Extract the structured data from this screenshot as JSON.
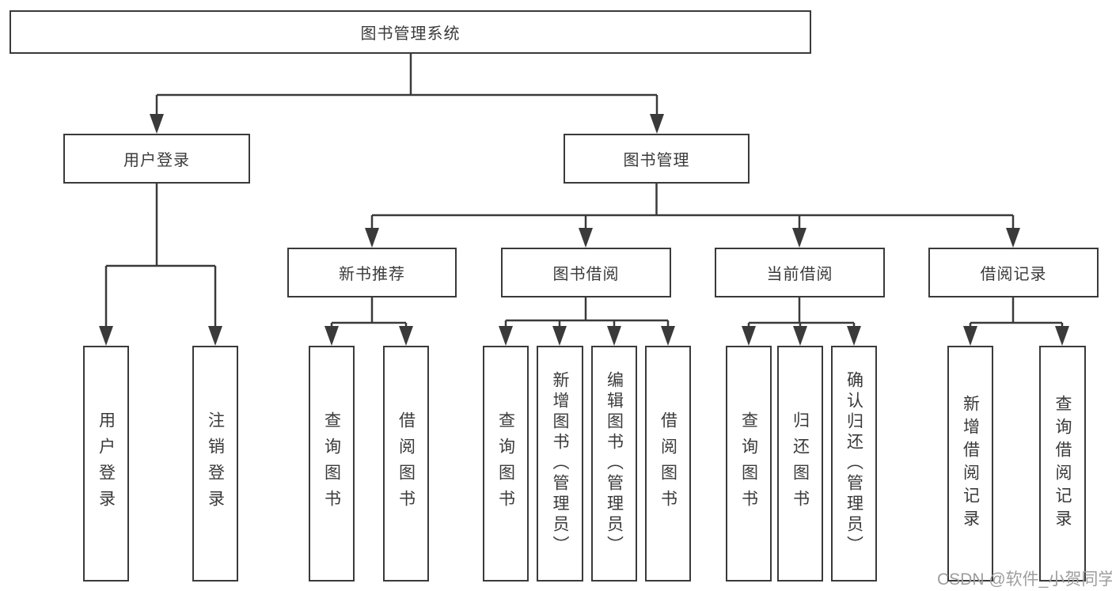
{
  "diagram": {
    "root": {
      "label": "图书管理系统"
    },
    "branches": [
      {
        "label": "用户登录",
        "children": [
          {
            "label": "用户登录"
          },
          {
            "label": "注销登录"
          }
        ]
      },
      {
        "label": "图书管理",
        "children": [
          {
            "label": "新书推荐",
            "children": [
              {
                "label": "查询图书"
              },
              {
                "label": "借阅图书"
              }
            ]
          },
          {
            "label": "图书借阅",
            "children": [
              {
                "label": "查询图书"
              },
              {
                "label": "新增图书（管理员）"
              },
              {
                "label": "编辑图书（管理员）"
              },
              {
                "label": "借阅图书"
              }
            ]
          },
          {
            "label": "当前借阅",
            "children": [
              {
                "label": "查询图书"
              },
              {
                "label": "归还图书"
              },
              {
                "label": "确认归还（管理员）"
              }
            ]
          },
          {
            "label": "借阅记录",
            "children": [
              {
                "label": "新增借阅记录"
              },
              {
                "label": "查询借阅记录"
              }
            ]
          }
        ]
      }
    ],
    "watermark": "CSDN @软件_小贺同学",
    "colors": {
      "line": "#3a3a3a",
      "text": "#3a3a3a",
      "background": "#ffffff",
      "watermark": "#9e9e9e"
    }
  }
}
